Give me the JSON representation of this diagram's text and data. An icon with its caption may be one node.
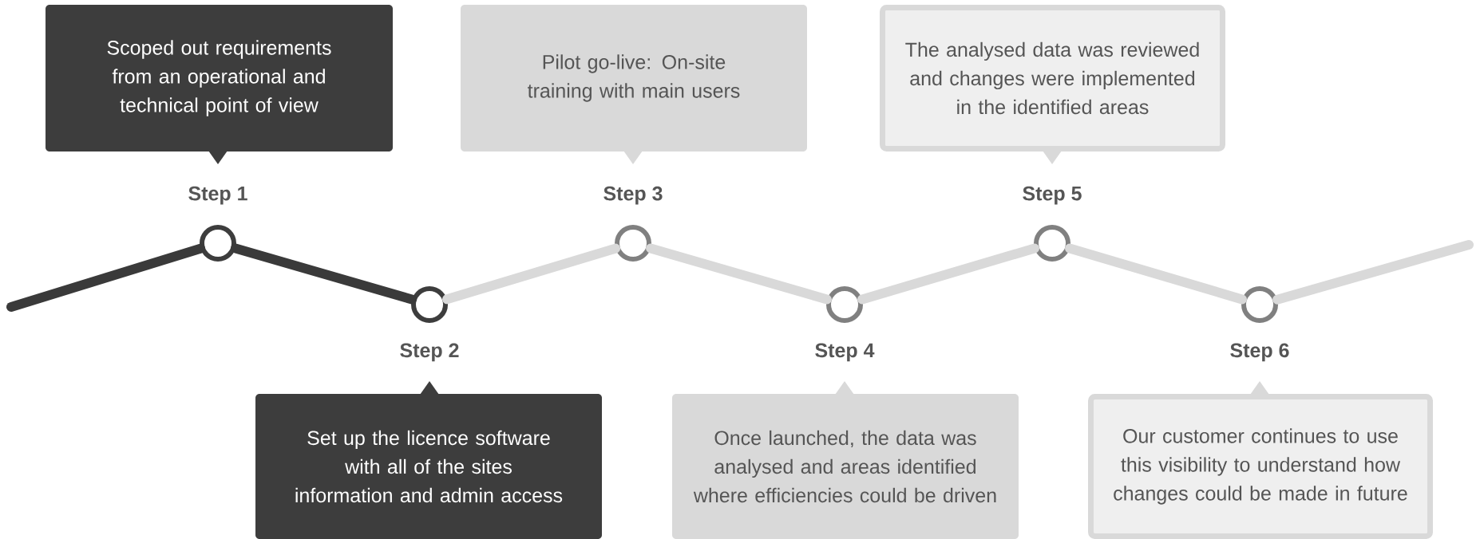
{
  "diagram": {
    "nodes": [
      {
        "text": [
          "Scoped out requirements from an operational and technical point of view"
        ]
      },
      {
        "text": [
          "Set up the licence software with all of the sites information and admin access"
        ]
      },
      {
        "text": [
          "Pilot go-live: On-site training with main users"
        ]
      },
      {
        "text": [
          "Once launched, the data was analysed and areas identified where efficiencies could be driven"
        ]
      },
      {
        "text": [
          "The analysed data was reviewed and changes were implemented in the identified areas"
        ]
      },
      {
        "text": [
          "Our customer continues to use this visibility to understand how changes could be made in future"
        ]
      },
      {
        "text": [
          "Step 1"
        ]
      },
      {
        "text": [
          "Step 2"
        ]
      },
      {
        "text": [
          "Step 3"
        ]
      },
      {
        "text": [
          "Step 4"
        ]
      },
      {
        "text": [
          "Step 5"
        ]
      },
      {
        "text": [
          "Step 6"
        ]
      }
    ],
    "edges": [
      {
        "from": null,
        "to": 6,
        "arrow": "none",
        "color": "#3a3a3a"
      },
      {
        "from": 6,
        "to": 7,
        "arrow": "none",
        "color": "#3a3a3a"
      },
      {
        "from": 7,
        "to": 8,
        "arrow": "none"
      },
      {
        "from": 8,
        "to": 9,
        "arrow": "none"
      },
      {
        "from": 9,
        "to": 10,
        "arrow": "none"
      },
      {
        "from": 10,
        "to": 11,
        "arrow": "none"
      },
      {
        "from": 11,
        "to": null,
        "arrow": "none"
      }
    ]
  }
}
